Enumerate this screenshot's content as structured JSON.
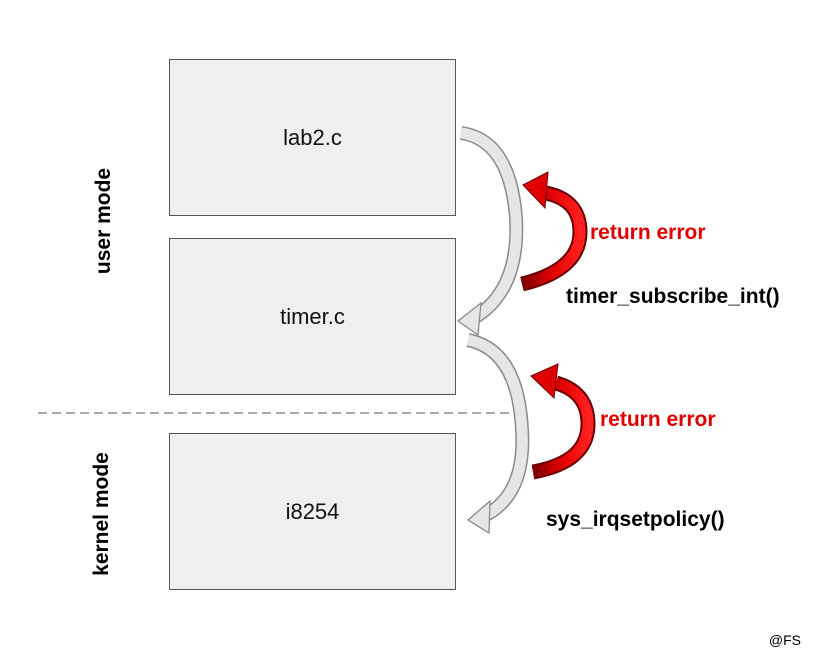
{
  "boxes": {
    "lab2": "lab2.c",
    "timer": "timer.c",
    "i8254": "i8254"
  },
  "modes": {
    "user": "user mode",
    "kernel": "kernel mode"
  },
  "calls": {
    "subscribe": "timer_subscribe_int()",
    "irqsetpolicy": "sys_irqsetpolicy()"
  },
  "errors": {
    "first": "return error",
    "second": "return error"
  },
  "credit": "@FS",
  "colors": {
    "box_fill": "#efefef",
    "box_border": "#555555",
    "call_arrow": "#d0d0d0",
    "error_arrow": "#dd0000",
    "error_text": "#e00000",
    "divider": "#777777"
  }
}
